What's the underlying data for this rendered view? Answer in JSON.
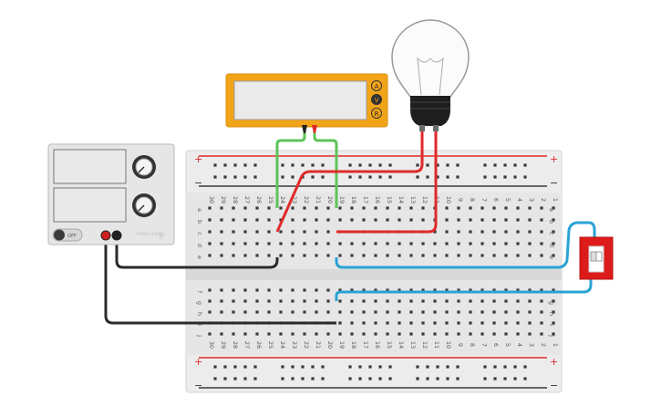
{
  "colors": {
    "board": "#ececec",
    "board_edge": "#d6d6d6",
    "hole": "#3a3a3a",
    "rail_red": "#e0282a",
    "rail_dark": "#3a3a3a",
    "wire_green": "#5cc35a",
    "wire_red": "#e02a2a",
    "wire_black": "#2b2b2b",
    "wire_blue": "#2aa3d6",
    "multimeter_body": "#f2a418",
    "multimeter_screen": "#eaeaea",
    "psu_body": "#e6e6e6",
    "switch_red": "#e21e1e"
  },
  "multimeter": {
    "modes": [
      "A",
      "V",
      "R"
    ],
    "probe_colors": [
      "black",
      "red"
    ]
  },
  "power_supply": {
    "off_label": "OFF",
    "watermark": "POWER SUPPLY"
  },
  "bulb": {
    "icon": "light-bulb-icon"
  },
  "switch": {
    "icon": "slide-switch-icon"
  },
  "breadboard": {
    "rail_plus": "+",
    "rail_minus": "−",
    "columns": [
      "30",
      "29",
      "28",
      "27",
      "26",
      "25",
      "24",
      "23",
      "22",
      "21",
      "20",
      "19",
      "18",
      "17",
      "16",
      "15",
      "14",
      "13",
      "12",
      "11",
      "10",
      "9",
      "8",
      "7",
      "6",
      "5",
      "4",
      "3",
      "2",
      "1"
    ],
    "rows_top": [
      "a",
      "b",
      "c",
      "d",
      "e"
    ],
    "rows_bottom": [
      "f",
      "g",
      "h",
      "i",
      "j"
    ]
  }
}
